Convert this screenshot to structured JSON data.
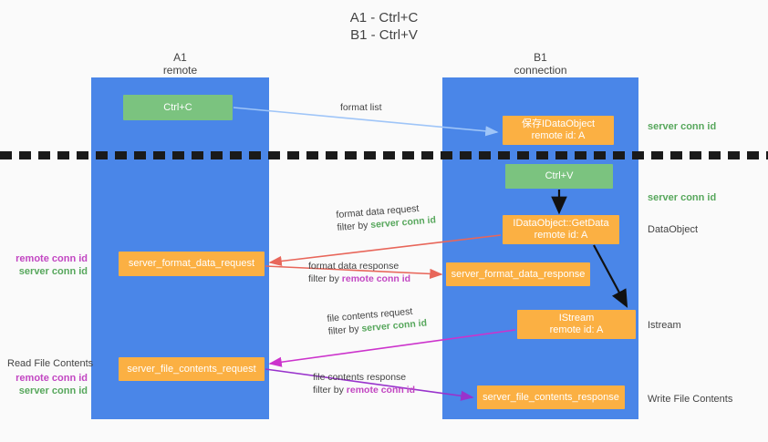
{
  "title": {
    "line1": "A1 - Ctrl+C",
    "line2": "B1 - Ctrl+V"
  },
  "columns": {
    "a": {
      "name": "A1",
      "sub": "remote"
    },
    "b": {
      "name": "B1",
      "sub": "connection"
    }
  },
  "nodes": {
    "ctrl_c": {
      "label": "Ctrl+C"
    },
    "save_idataobject": {
      "line1": "保存IDataObject",
      "line2": "remote id: A"
    },
    "ctrl_v": {
      "label": "Ctrl+V"
    },
    "getdata": {
      "line1": "IDataObject::GetData",
      "line2": "remote id: A"
    },
    "server_format_data_request": {
      "label": "server_format_data_request"
    },
    "server_format_data_response": {
      "label": "server_format_data_response"
    },
    "istream": {
      "line1": "IStream",
      "line2": "remote id: A"
    },
    "server_file_contents_request": {
      "label": "server_file_contents_request"
    },
    "server_file_contents_response": {
      "label": "server_file_contents_response"
    }
  },
  "edges": {
    "format_list": {
      "line1": "format list",
      "line2": ""
    },
    "format_data_request": {
      "line1": "format data request",
      "filter_prefix": "filter by ",
      "filter_key": "server conn id"
    },
    "format_data_response": {
      "line1": "format data response",
      "filter_prefix": "filter by ",
      "filter_key": "remote conn id"
    },
    "file_contents_request": {
      "line1": "file contents request",
      "filter_prefix": "filter by ",
      "filter_key": "server conn id"
    },
    "file_contents_response": {
      "line1": "file contents response",
      "filter_prefix": "filter by ",
      "filter_key": "remote conn id"
    }
  },
  "right_labels": {
    "server_conn_id_top": "server conn id",
    "server_conn_id_mid": "server conn id",
    "dataobject": "DataObject",
    "istream": "Istream",
    "write_file_contents": "Write File Contents"
  },
  "left_labels": {
    "remote_conn_id_1": "remote conn id",
    "server_conn_id_1": "server conn id",
    "read_file_contents": "Read File Contents",
    "remote_conn_id_2": "remote conn id",
    "server_conn_id_2": "server conn id"
  },
  "colors": {
    "lane": "#4a86e8",
    "green_box": "#7bc37f",
    "orange_box": "#fbb043",
    "green_text": "#57a75c",
    "magenta_text": "#c246c2",
    "arrow_lightblue": "#9fc5f8",
    "arrow_red": "#e8665a",
    "arrow_magenta": "#cc33cc",
    "arrow_purple": "#9933cc",
    "arrow_black": "#111111",
    "dashed_separator": "#1a1a1a"
  }
}
